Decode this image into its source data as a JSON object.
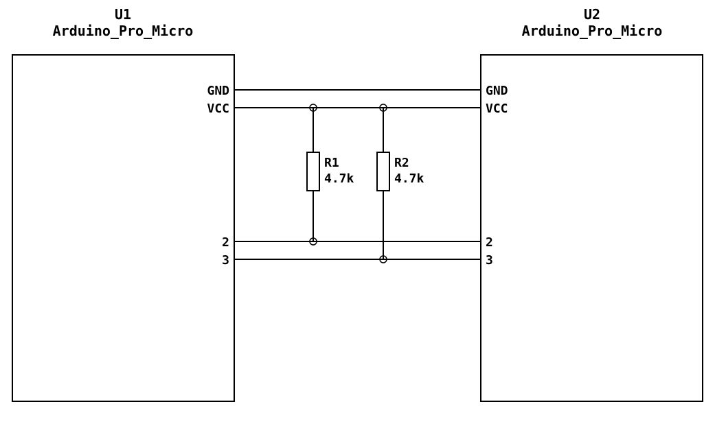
{
  "schematic": {
    "colors": {
      "line": "#000000",
      "background": "#ffffff"
    },
    "u1": {
      "ref": "U1",
      "value": "Arduino_Pro_Micro",
      "pins": {
        "gnd": "GND",
        "vcc": "VCC",
        "p2": "2",
        "p3": "3"
      }
    },
    "u2": {
      "ref": "U2",
      "value": "Arduino_Pro_Micro",
      "pins": {
        "gnd": "GND",
        "vcc": "VCC",
        "p2": "2",
        "p3": "3"
      }
    },
    "r1": {
      "ref": "R1",
      "value": "4.7k"
    },
    "r2": {
      "ref": "R2",
      "value": "4.7k"
    }
  }
}
